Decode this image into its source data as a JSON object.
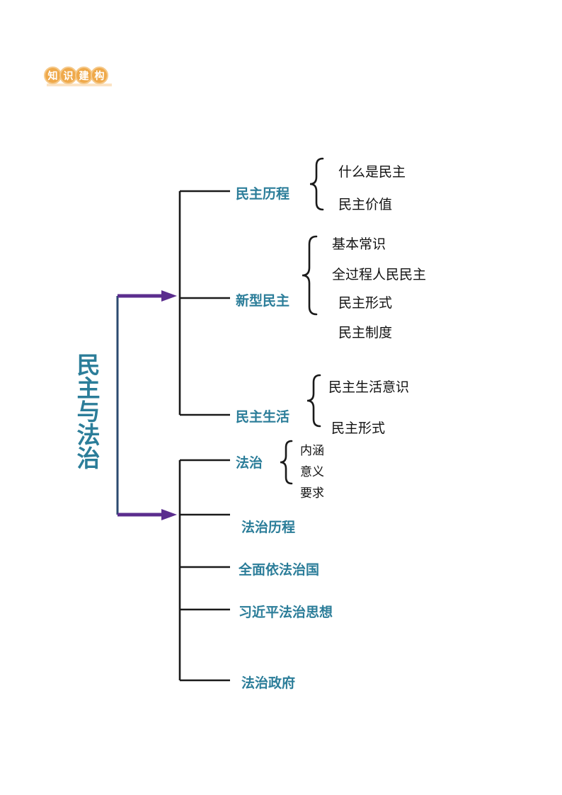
{
  "header": {
    "badge_text": "知识建构",
    "badge_chars": [
      "知",
      "识",
      "建",
      "构"
    ],
    "badge_color": "#efa94a",
    "badge_ring_color": "#f5c98a",
    "badge_underline_color": "#fbe3c4"
  },
  "colors": {
    "title_teal": "#2b7d99",
    "branch_teal": "#2b7d99",
    "leaf_black": "#111111",
    "connector_black": "#1a1a1a",
    "arrow_purple": "#5b2d8e",
    "spine_navy": "#2b4a6f",
    "background": "#ffffff"
  },
  "main_title": "民主与法治",
  "diagram": {
    "type": "mind-map",
    "sections": [
      {
        "id": "democracy",
        "branches": [
          {
            "label": "民主历程",
            "items": [
              "什么是民主",
              "民主价值"
            ]
          },
          {
            "label": "新型民主",
            "items": [
              "基本常识",
              "全过程人民民主",
              "民主形式",
              "民主制度"
            ]
          },
          {
            "label": "民主生活",
            "items": [
              "民主生活意识",
              "民主形式"
            ]
          }
        ]
      },
      {
        "id": "rule-of-law",
        "branches": [
          {
            "label": "法治",
            "items": [
              "内涵",
              "意义",
              "要求"
            ]
          },
          {
            "label": "法治历程",
            "items": []
          },
          {
            "label": "全面依法治国",
            "items": []
          },
          {
            "label": "习近平法治思想",
            "items": []
          },
          {
            "label": "法治政府",
            "items": []
          }
        ]
      }
    ]
  }
}
